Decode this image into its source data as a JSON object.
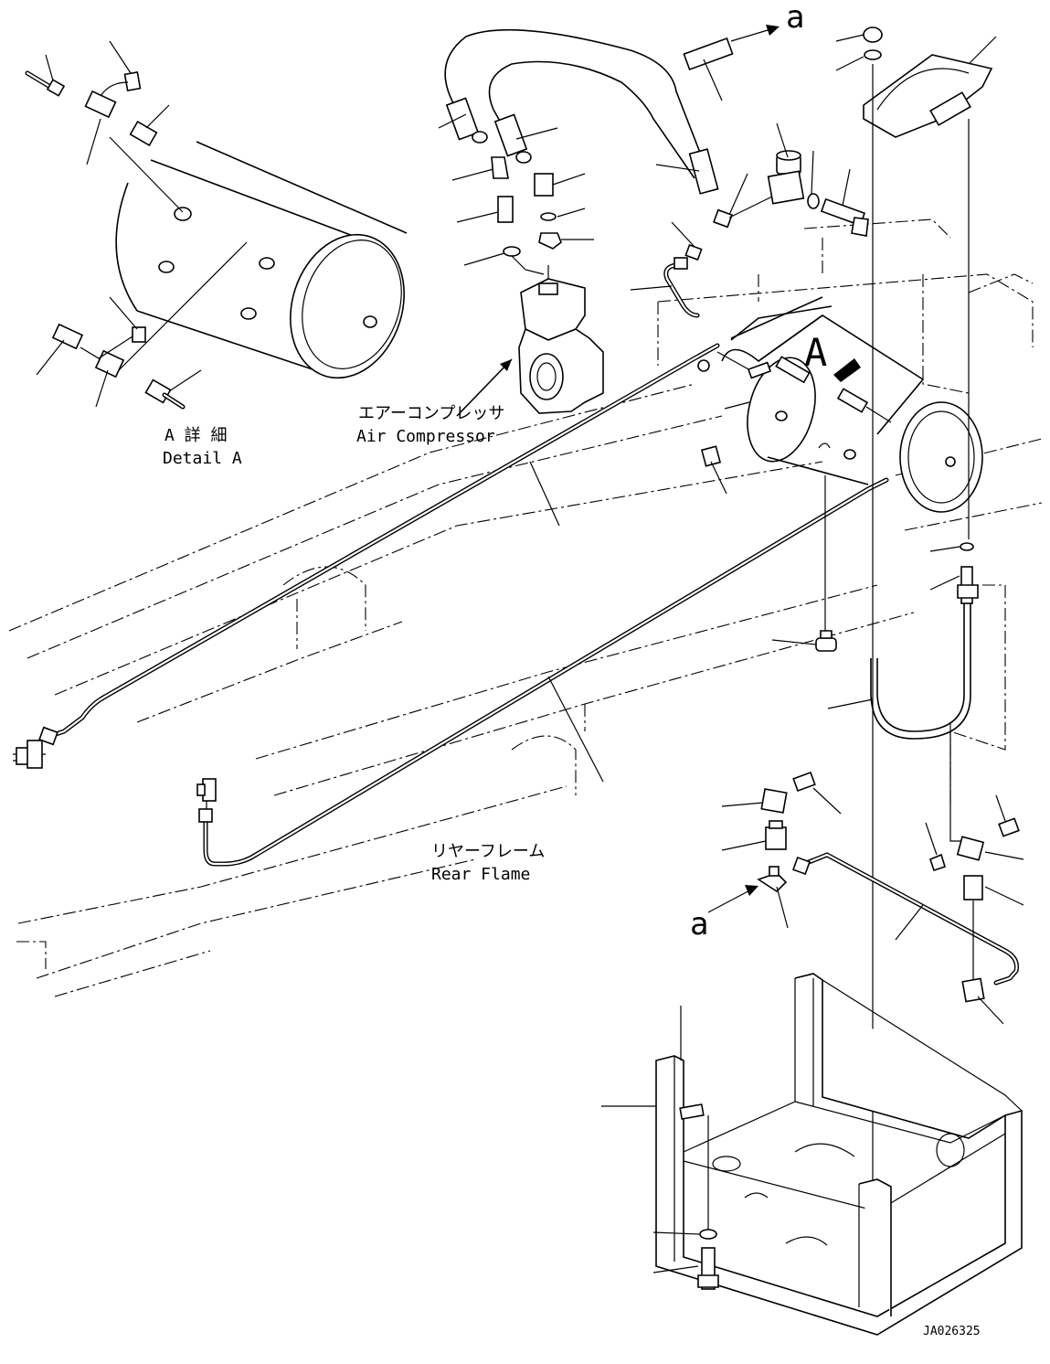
{
  "labels": {
    "ref_a_top": "a",
    "ref_a_bottom": "a",
    "view_A": "A",
    "detail_jp": "A 詳 細",
    "detail_en": "Detail A",
    "compressor_jp": "エアーコンプレッサ",
    "compressor_en": "Air Compressor",
    "frame_jp": "リヤーフレーム",
    "frame_en": "Rear Flame",
    "drawing_no": "JA026325"
  }
}
